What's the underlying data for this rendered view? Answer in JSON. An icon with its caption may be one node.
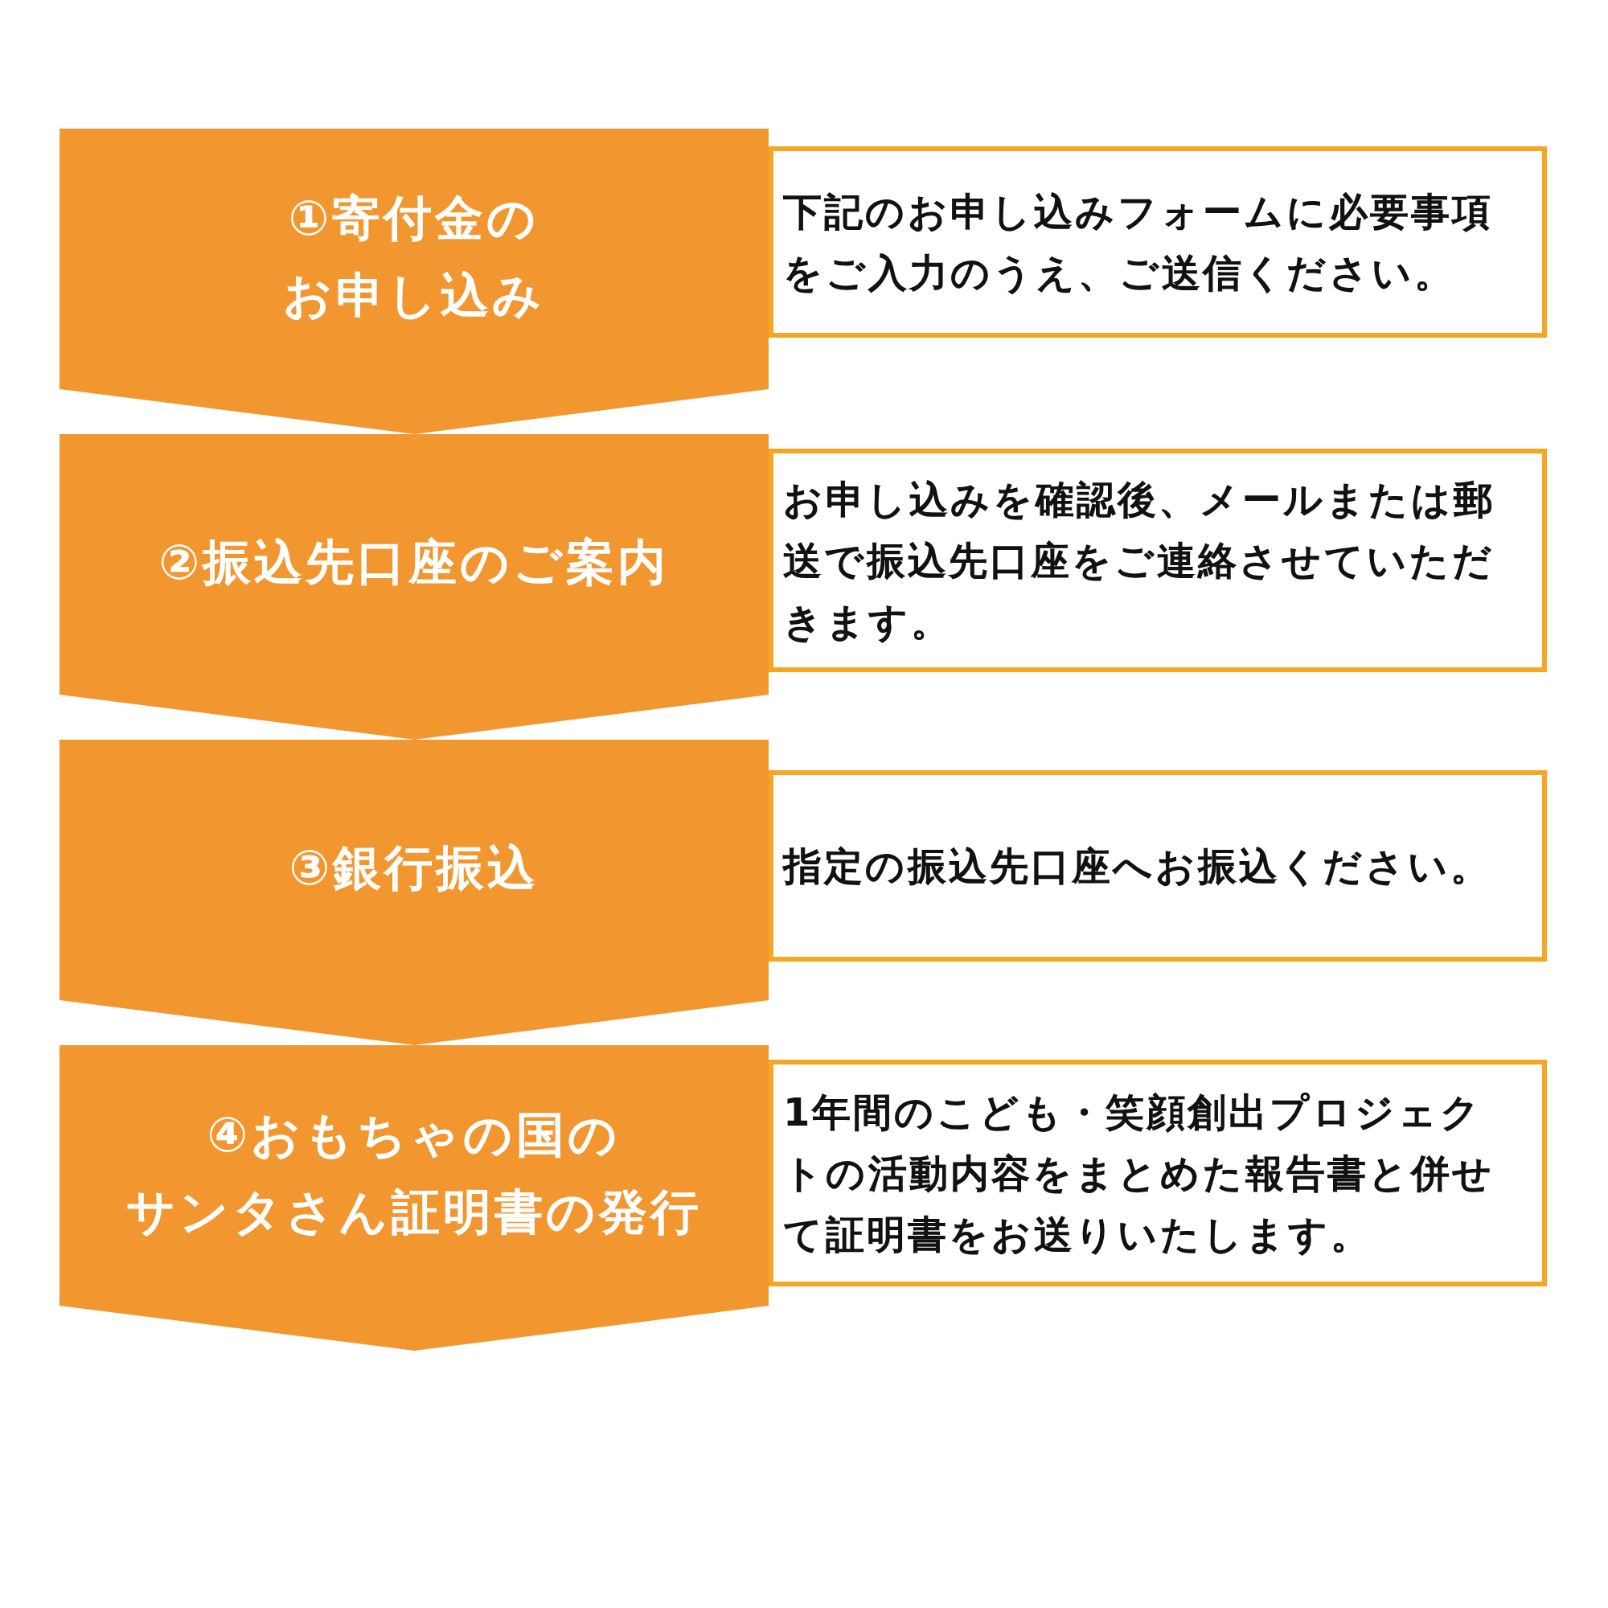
{
  "diagram": {
    "nodes": [
      {
        "text": [
          "①寄付金のお申し込み"
        ]
      },
      {
        "text": [
          "下記のお申し込みフォームに必要事項をご入力のうえ、ご送信ください。"
        ]
      },
      {
        "text": [
          "②振込先口座のご案内"
        ]
      },
      {
        "text": [
          "お申し込みを確認後、メールまたは郵送で振込先口座をご連絡させていただきます。"
        ]
      },
      {
        "text": [
          "③銀行振込"
        ]
      },
      {
        "text": [
          "指定の振込先口座へお振込ください。"
        ]
      },
      {
        "text": [
          "④おもちゃの国のサンタさん証明書の発行"
        ]
      },
      {
        "text": [
          "1年間のこども・笑顔創出プロジェクトの活動内容をまとめた報告書と併せて証明書をお送りいたします。"
        ]
      }
    ]
  }
}
